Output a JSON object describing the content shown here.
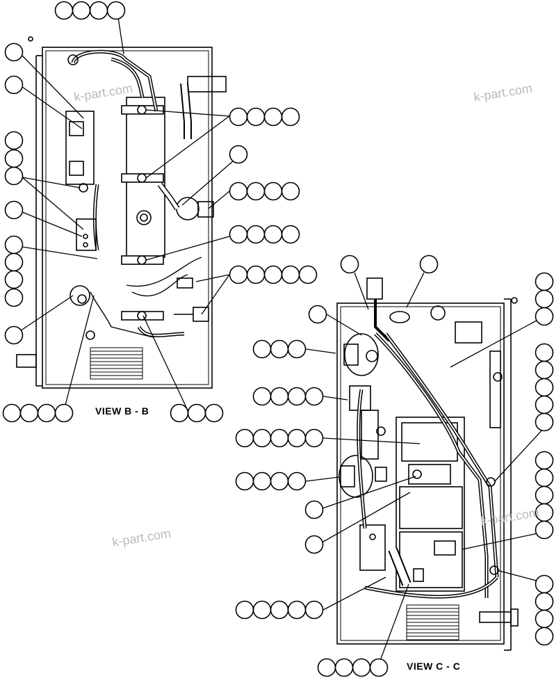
{
  "views": {
    "b": {
      "label": "VIEW B - B"
    },
    "c": {
      "label": "VIEW C - C"
    }
  },
  "watermarks": [
    "k-part.com",
    "k-part.com",
    "k-part.com",
    "k-part.com"
  ],
  "callout_style": {
    "stroke": "#000000",
    "fill": "#ffffff"
  }
}
